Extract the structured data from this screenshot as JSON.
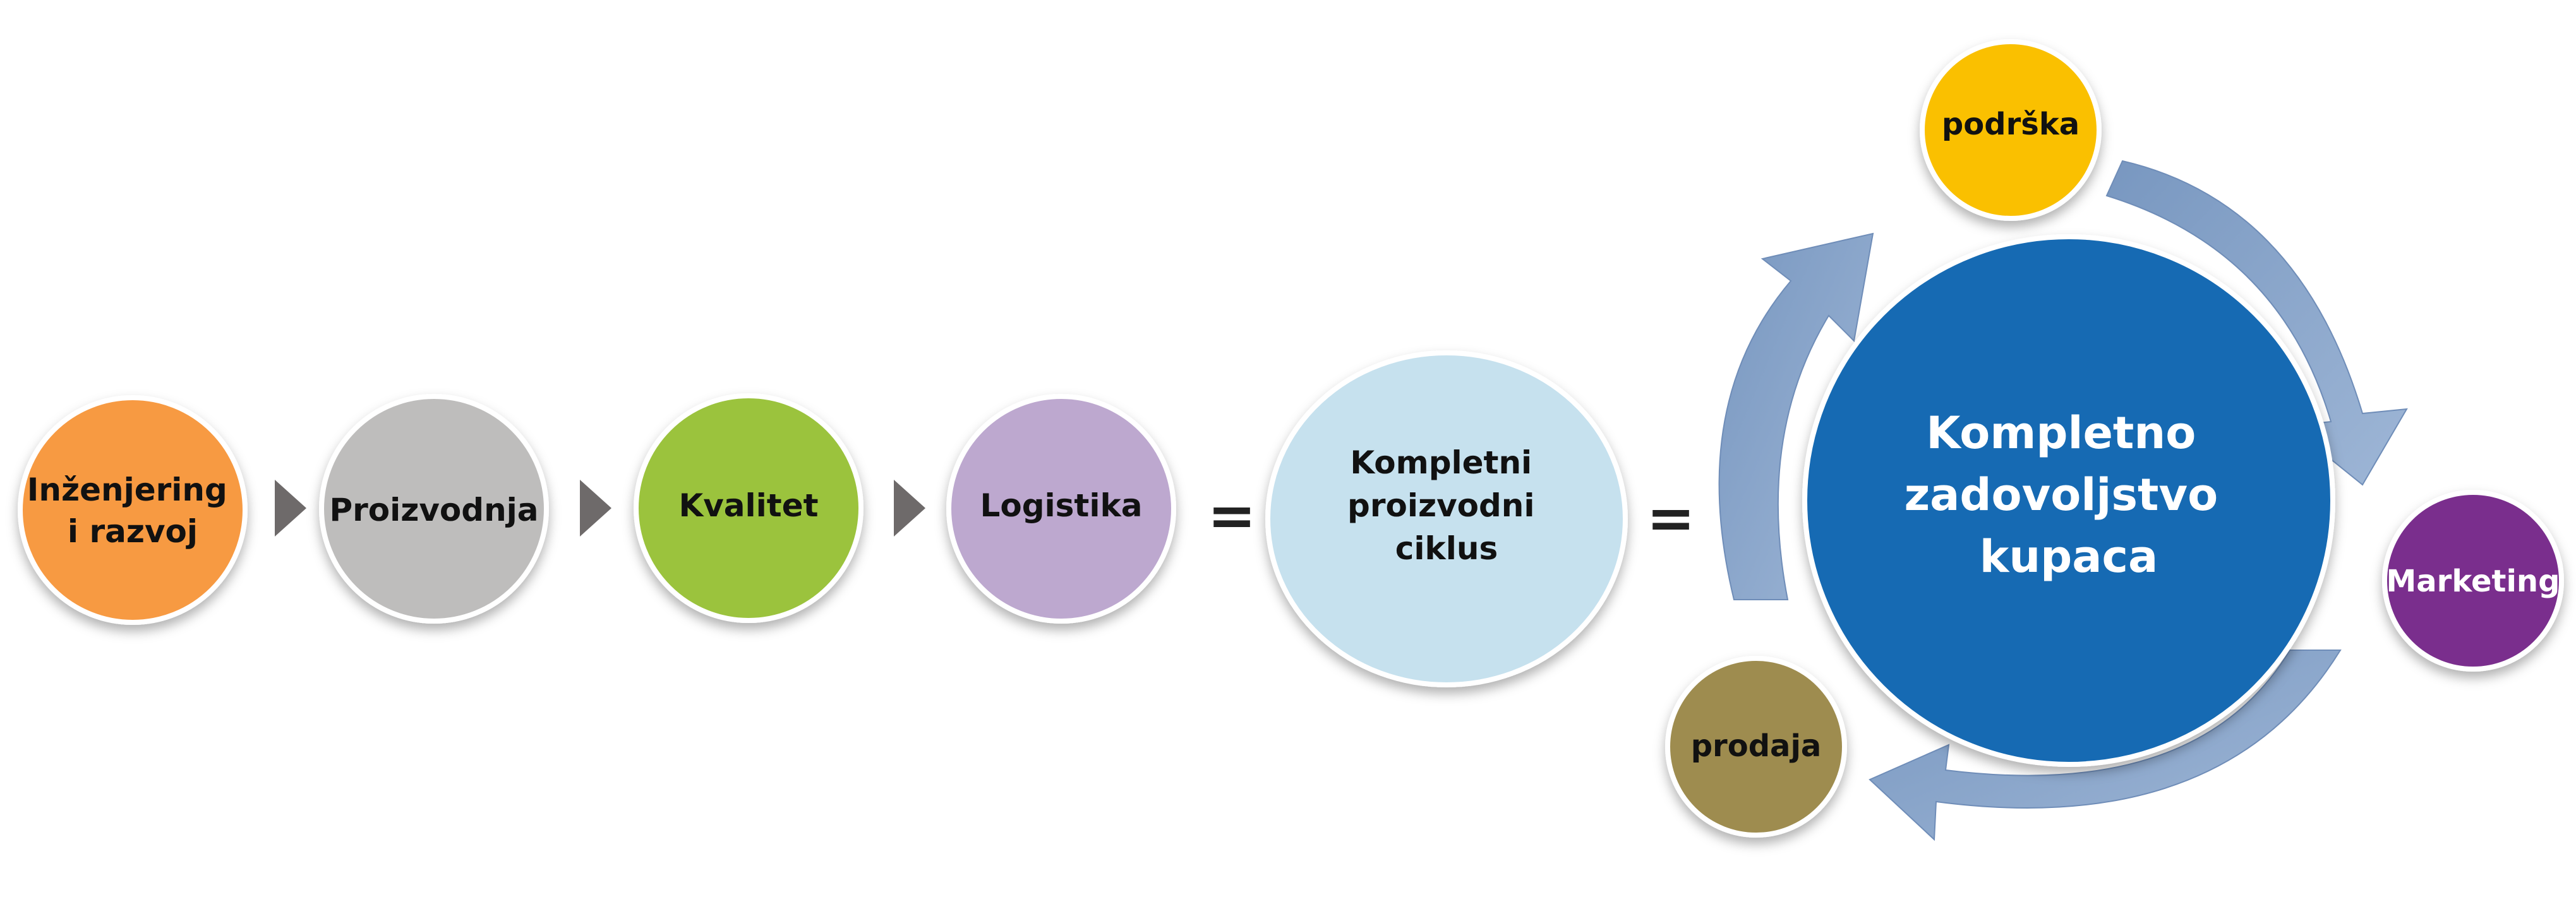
{
  "flow": {
    "nodes": [
      {
        "id": "inzenjering",
        "lines": [
          "Inženjering",
          "i razvoj"
        ],
        "color": "#F79A43"
      },
      {
        "id": "proizvodnja",
        "lines": [
          "Proizvodnja"
        ],
        "color": "#BEBDBC"
      },
      {
        "id": "kvalitet",
        "lines": [
          "Kvalitet"
        ],
        "color": "#9BC33D"
      },
      {
        "id": "logistika",
        "lines": [
          "Logistika"
        ],
        "color": "#BDA8CF"
      }
    ],
    "connector_color": "#6E6A6A",
    "equals": "="
  },
  "cycle_result": {
    "lines": [
      "Kompletni",
      "proizvodni",
      "ciklus"
    ],
    "color": "#C6E1EE"
  },
  "customer": {
    "center": {
      "lines": [
        "Kompletno",
        "zadovoljstvo",
        "kupaca"
      ],
      "color": "#146AB3"
    },
    "satellites": [
      {
        "id": "podrska",
        "label": "podrška",
        "color": "#FAC000"
      },
      {
        "id": "marketing",
        "label": "Marketing",
        "color": "#7A2E8D"
      },
      {
        "id": "prodaja",
        "label": "prodaja",
        "color": "#9E8C4F"
      }
    ],
    "arrow_color": "#86A2C8"
  }
}
